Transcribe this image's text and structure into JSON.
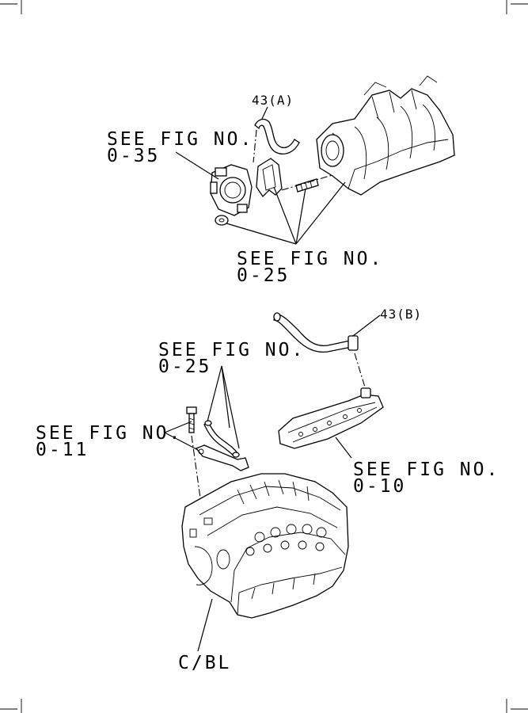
{
  "labels": {
    "hose_a": "43(A)",
    "hose_b": "43(B)",
    "fig_035_line1": "SEE FIG NO.",
    "fig_035_line2": "0-35",
    "fig_025_top_line1": "SEE FIG NO.",
    "fig_025_top_line2": "0-25",
    "fig_025_mid_line1": "SEE FIG NO.",
    "fig_025_mid_line2": "0-25",
    "fig_011_line1": "SEE FIG NO.",
    "fig_011_line2": "0-11",
    "fig_010_line1": "SEE FIG NO.",
    "fig_010_line2": "0-10",
    "block": "C/BL"
  }
}
